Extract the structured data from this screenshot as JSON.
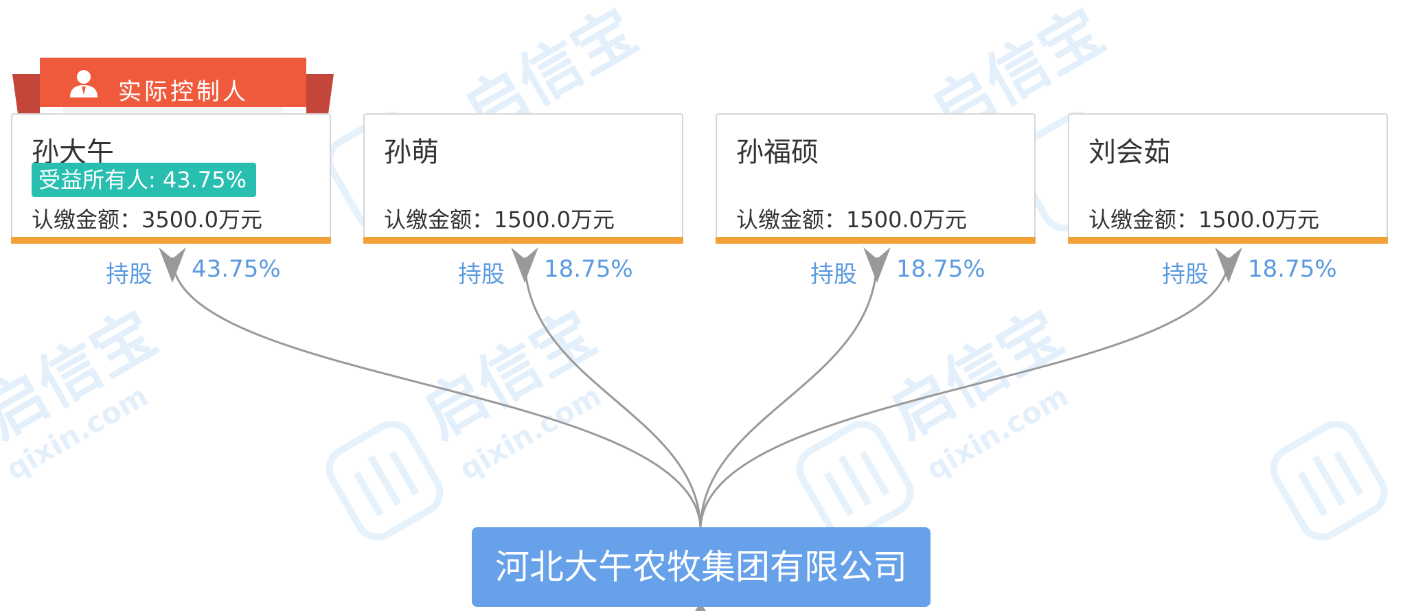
{
  "controller_label": "实际控制人",
  "watermark": {
    "brand": "启信宝",
    "domain": "qixin.com"
  },
  "shareholders": [
    {
      "name": "孙大午",
      "badge": "受益所有人: 43.75%",
      "amount": "认缴金额：3500.0万元",
      "hold_label": "持股",
      "hold_pct": "43.75%"
    },
    {
      "name": "孙萌",
      "amount": "认缴金额：1500.0万元",
      "hold_label": "持股",
      "hold_pct": "18.75%"
    },
    {
      "name": "孙福硕",
      "amount": "认缴金额：1500.0万元",
      "hold_label": "持股",
      "hold_pct": "18.75%"
    },
    {
      "name": "刘会茹",
      "amount": "认缴金额：1500.0万元",
      "hold_label": "持股",
      "hold_pct": "18.75%"
    }
  ],
  "company": {
    "name": "河北大午农牧集团有限公司"
  },
  "colors": {
    "card_bar": "#f0a137",
    "badge": "#29bfb0",
    "hold_text": "#5b9ae0",
    "company_bg": "#66a1e9",
    "ribbon_red": "#f05a3c",
    "connector": "#999999"
  }
}
